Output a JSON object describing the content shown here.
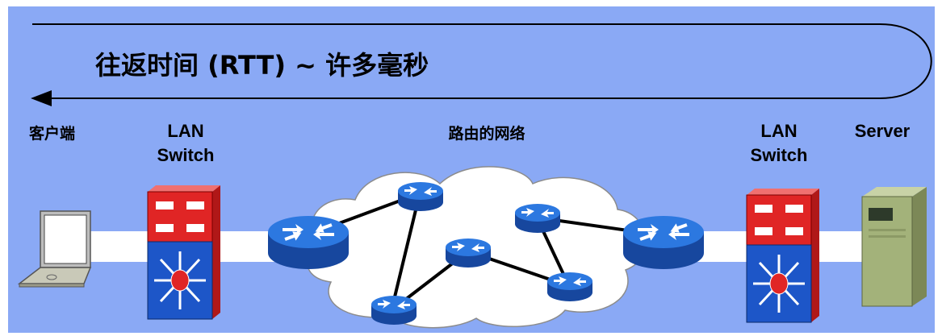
{
  "rtt_label": "往返时间 (RTT) ~ 许多毫秒",
  "labels": {
    "client": "客户端",
    "lan_switch_left": [
      "LAN",
      "Switch"
    ],
    "routed_network": "路由的网络",
    "lan_switch_right": [
      "LAN",
      "Switch"
    ],
    "server": "Server"
  },
  "colors": {
    "background": "#8aa9f5",
    "router_blue": "#1f5fc4",
    "switch_red": "#e02525",
    "switch_blue": "#1d56c8",
    "server_green": "#a3b27a",
    "cloud": "#ffffff",
    "link": "#ffffff"
  },
  "icons": [
    "laptop-icon",
    "lan-switch-icon",
    "router-icon",
    "server-icon",
    "network-cloud"
  ]
}
